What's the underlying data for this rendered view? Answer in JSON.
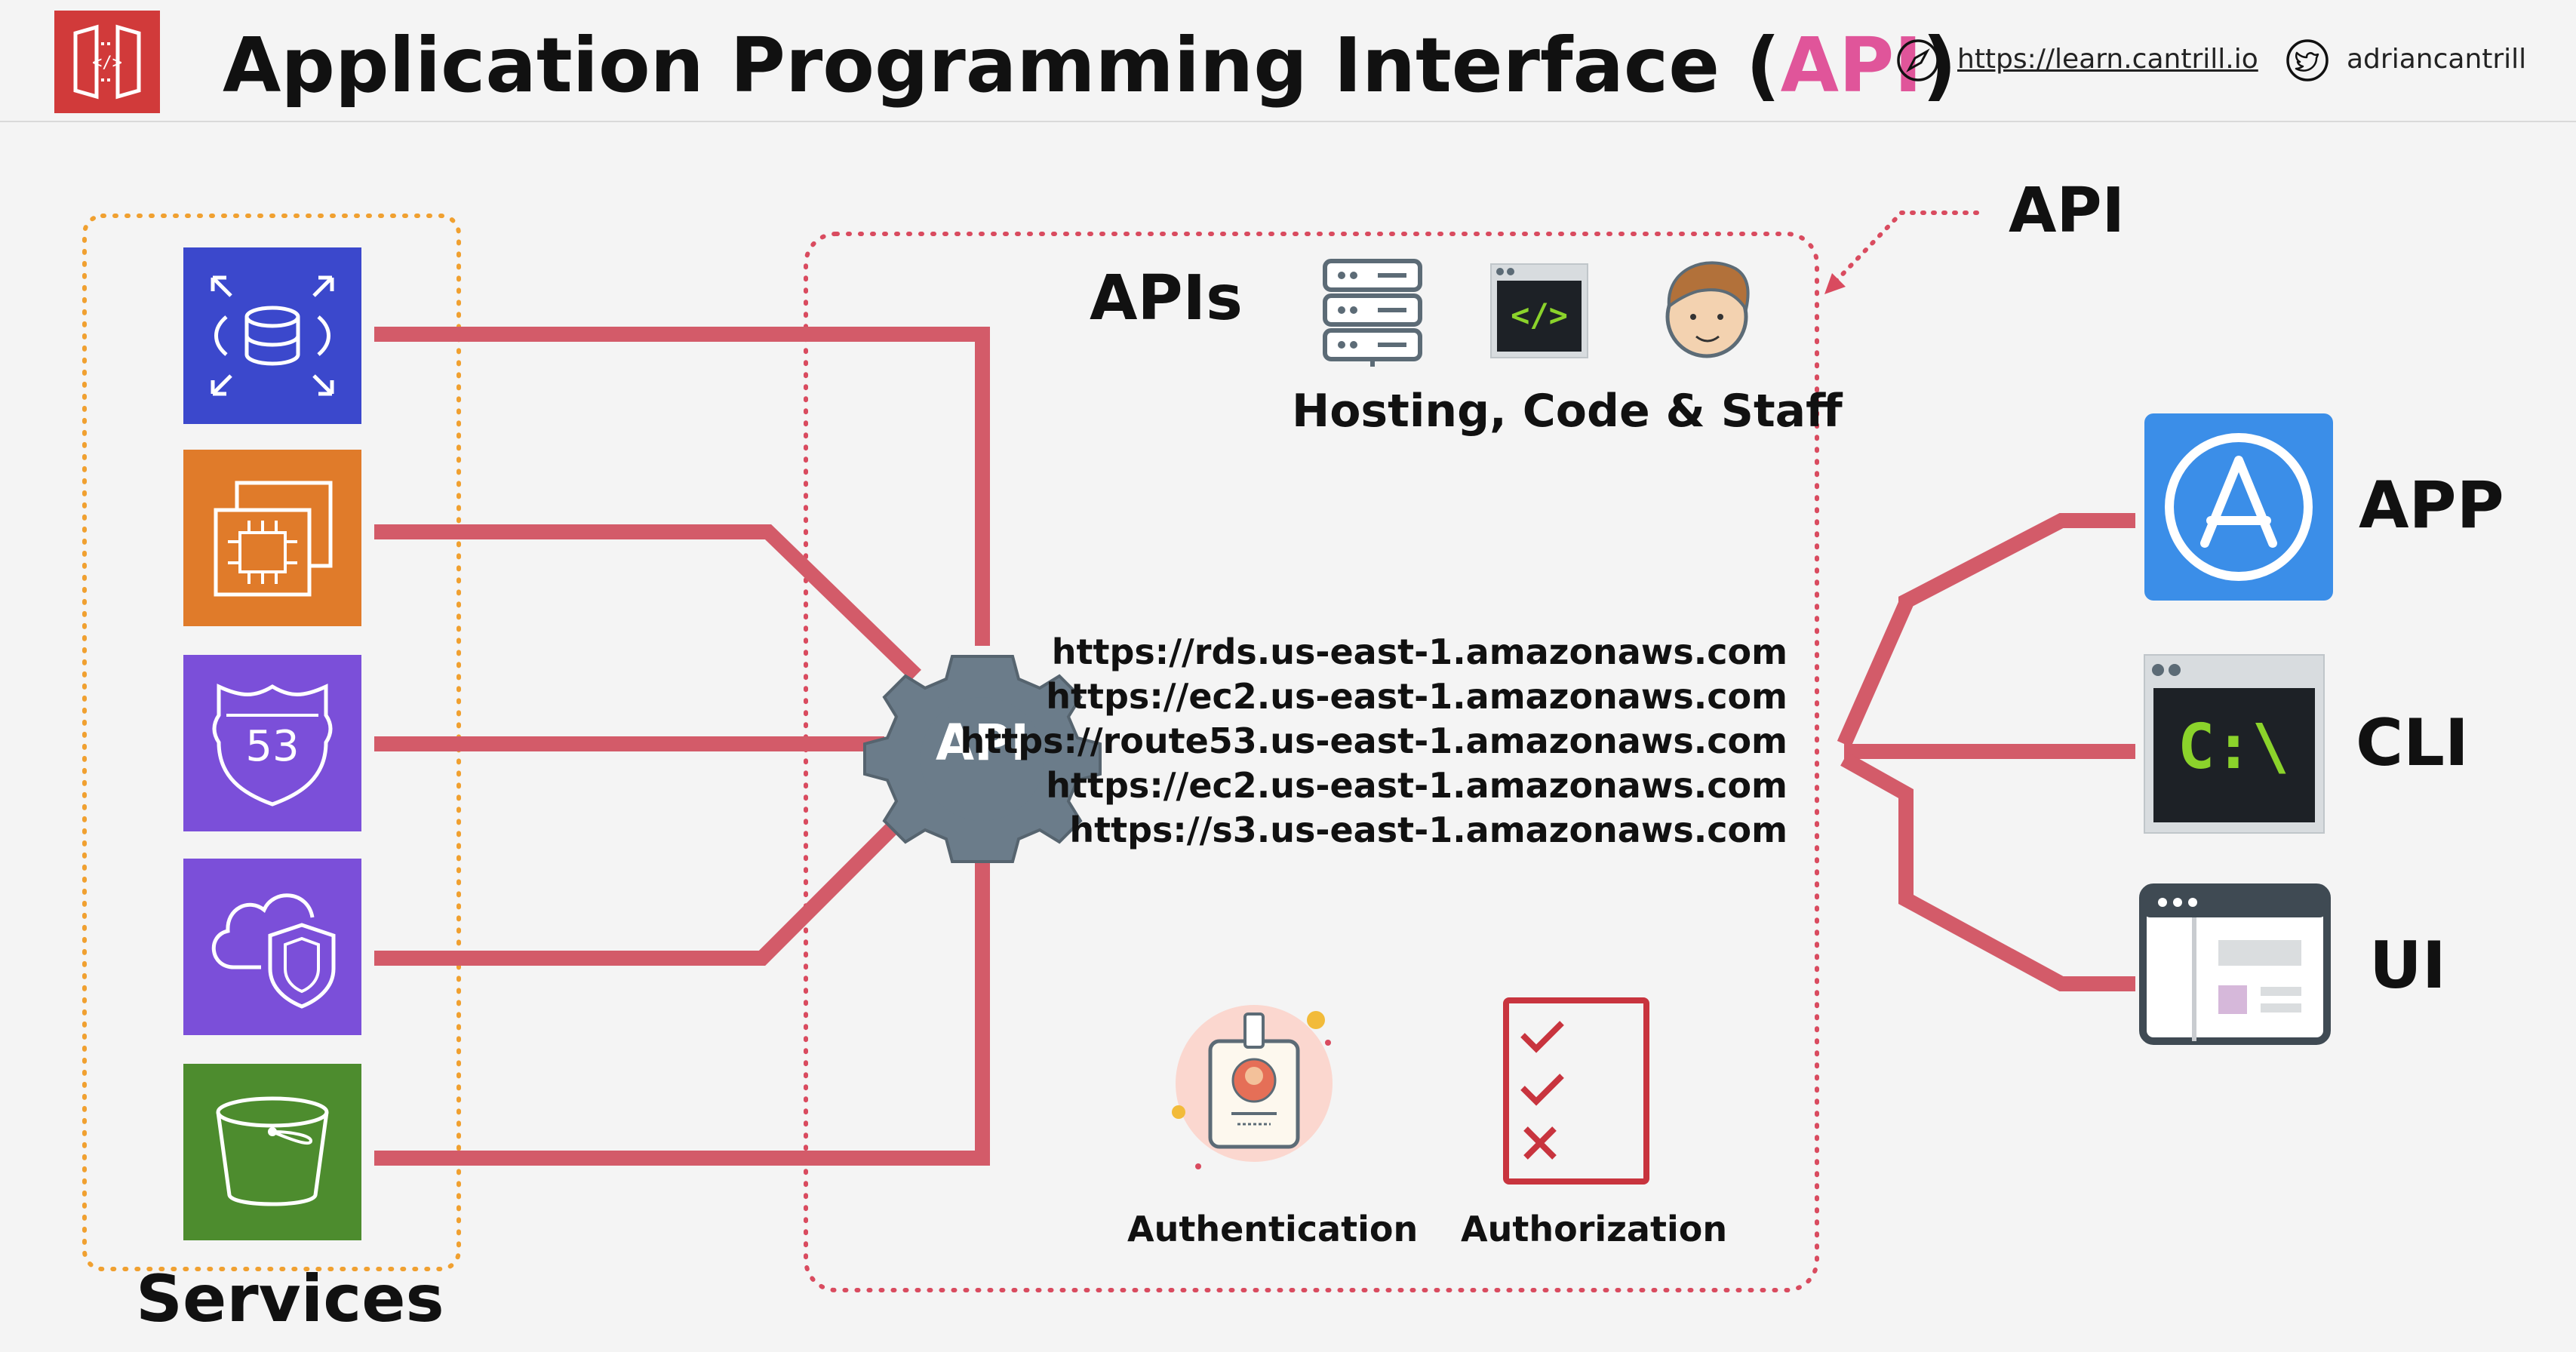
{
  "header": {
    "title_prefix": "Application Programming Interface (",
    "title_accent": "API",
    "title_suffix": ")",
    "website": "https://learn.cantrill.io",
    "twitter": "adriancantrill",
    "logo_icon": "api-gateway-icon",
    "website_icon": "compass-icon",
    "twitter_icon": "twitter-icon"
  },
  "labels": {
    "services": "Services",
    "apis": "APIs",
    "api_callout": "API",
    "hosting": "Hosting, Code & Staff",
    "gear": "API",
    "authentication": "Authentication",
    "authorization": "Authorization"
  },
  "services": [
    {
      "icon": "rds-icon",
      "color": "#3b48cc"
    },
    {
      "icon": "ec2-icon",
      "color": "#e07b2a"
    },
    {
      "icon": "route53-icon",
      "color": "#7b4fd9",
      "text": "53"
    },
    {
      "icon": "cloud-shield-icon",
      "color": "#7b4fd9"
    },
    {
      "icon": "s3-bucket-icon",
      "color": "#4d8c2e"
    }
  ],
  "endpoints": [
    "https://rds.us-east-1.amazonaws.com",
    "https://ec2.us-east-1.amazonaws.com",
    "https://route53.us-east-1.amazonaws.com",
    "https://ec2.us-east-1.amazonaws.com",
    "https://s3.us-east-1.amazonaws.com"
  ],
  "clients": [
    {
      "label": "APP",
      "icon": "app-store-icon"
    },
    {
      "label": "CLI",
      "icon": "terminal-icon",
      "prompt": "C:\\"
    },
    {
      "label": "UI",
      "icon": "browser-window-icon"
    }
  ],
  "api_icons": [
    "server-icon",
    "code-window-icon",
    "staff-face-icon"
  ],
  "code_glyph": "</>",
  "colors": {
    "connector": "#d35b69",
    "services_border": "#f0a030",
    "api_border": "#d94b5f",
    "accent": "#e0559a",
    "gear": "#6b7c8a"
  }
}
